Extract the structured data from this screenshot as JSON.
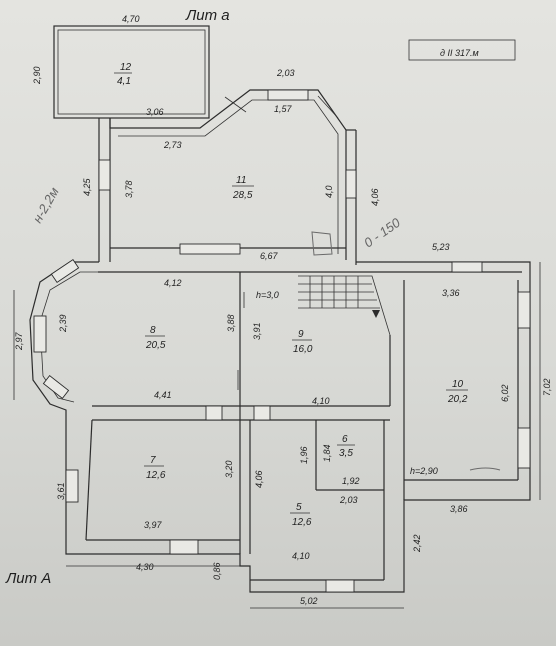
{
  "header": {
    "lit_top": "Лит а",
    "lit_bottom": "Лит А",
    "stamp": "д II 317.м"
  },
  "rooms": [
    {
      "id": "12",
      "area": "4,1"
    },
    {
      "id": "11",
      "area": "28,5"
    },
    {
      "id": "8",
      "area": "20,5"
    },
    {
      "id": "9",
      "area": "16,0"
    },
    {
      "id": "10",
      "area": "20,2"
    },
    {
      "id": "7",
      "area": "12,6"
    },
    {
      "id": "6",
      "area": "3,5"
    },
    {
      "id": "5",
      "area": "12,6"
    }
  ],
  "dimensions": [
    "4,70",
    "2,90",
    "3,06",
    "2,73",
    "2,03",
    "1,57",
    "4,25",
    "3,78",
    "4,0",
    "4,06",
    "6,67",
    "5,23",
    "4,12",
    "3,36",
    "h=3,0",
    "2,97",
    "2,39",
    "3,88",
    "3,91",
    "6,02",
    "7,02",
    "4,41",
    "4,10",
    "1,96",
    "1,84",
    "1,92",
    "3,20",
    "4,06",
    "2,03",
    "3,61",
    "h=2,90",
    "3,86",
    "3,97",
    "2,42",
    "4,30",
    "0,86",
    "4,10",
    "5,02"
  ],
  "handwriting": [
    "н-2,2м",
    "0 - 150"
  ]
}
